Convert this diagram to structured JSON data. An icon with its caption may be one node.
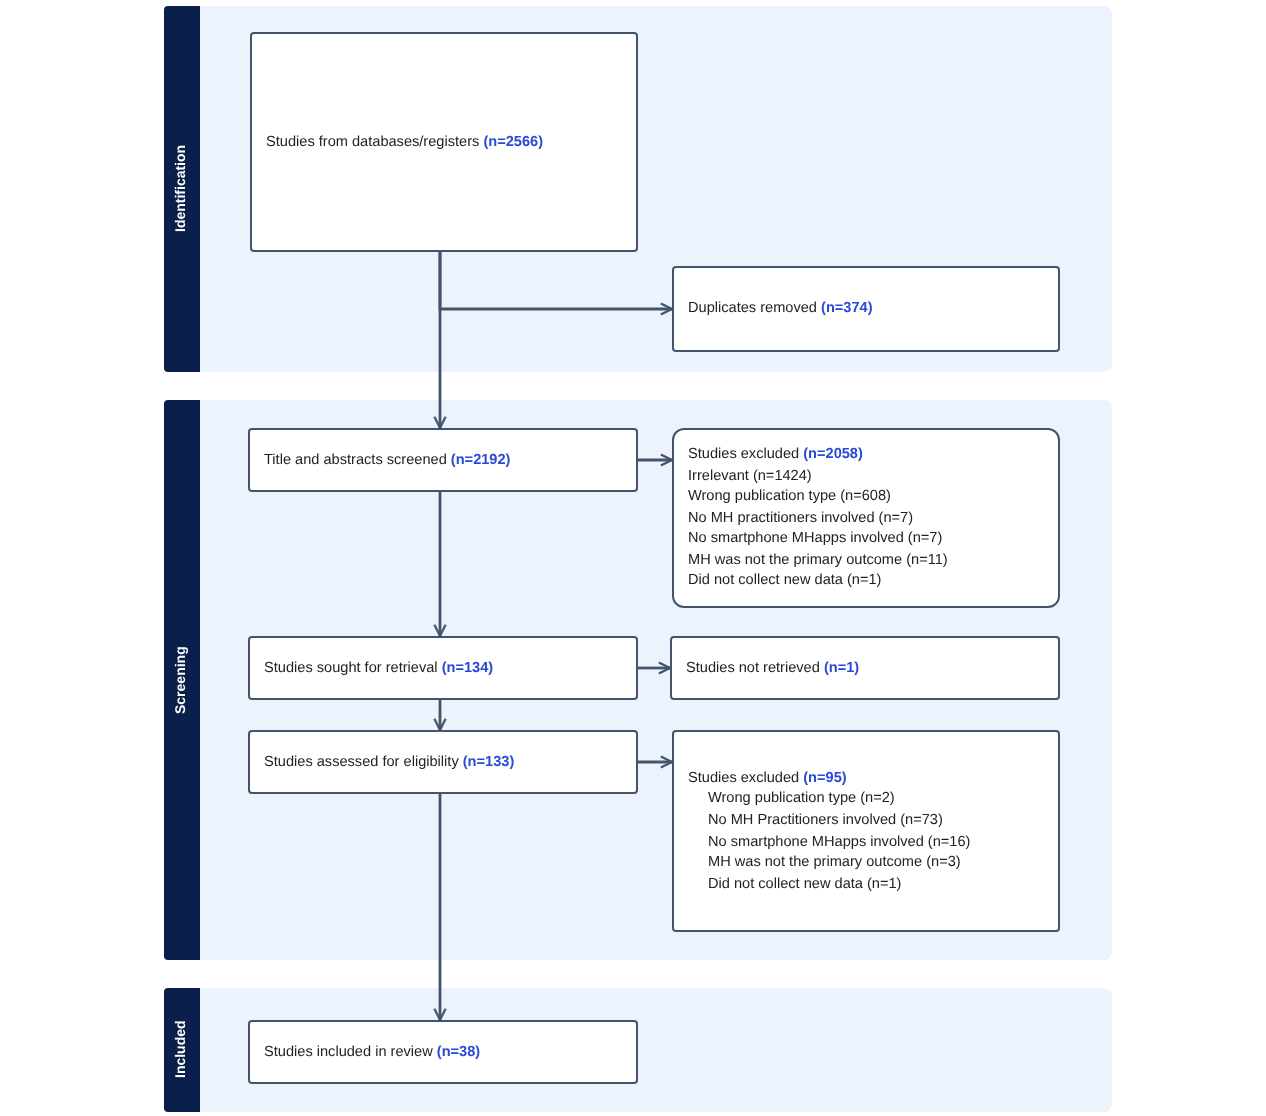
{
  "diagram": {
    "nodes": [
      {
        "text": [
          "Identification"
        ]
      },
      {
        "text": [
          "Studies from databases/registers **(n=2566)**"
        ],
        "in": 0
      },
      {
        "text": [
          "Duplicates removed **(n=374)**"
        ],
        "in": 0
      },
      {
        "text": [
          "Screening"
        ]
      },
      {
        "text": [
          "Title and abstracts screened **(n=2192)**"
        ],
        "in": 3
      },
      {
        "text": [
          "Studies excluded **(n=2058)**",
          "Irrelevant (n=1424)",
          "Wrong publication type (n=608)",
          "No MH practitioners involved (n=7)",
          "No smartphone MHapps involved (n=7)",
          "MH was not the primary outcome (n=11)",
          "Did not collect new data (n=1)"
        ],
        "in": 3
      },
      {
        "text": [
          "Studies sought for retrieval **(n=134)**"
        ],
        "in": 3
      },
      {
        "text": [
          "Studies not retrieved **(n=1)**"
        ],
        "in": 3
      },
      {
        "text": [
          "Studies assessed for eligibility **(n=133)**"
        ],
        "in": 3
      },
      {
        "text": [
          "Studies excluded **(n=95)**",
          "Wrong publication type (n=2)",
          "No MH Practitioners involved (n=73)",
          "No smartphone MHapps involved (n=16)",
          "MH was not the primary outcome (n=3)",
          "Did not collect new data (n=1)"
        ],
        "in": 3
      },
      {
        "text": [
          "Included"
        ]
      },
      {
        "text": [
          "Studies included in review **(n=38)**"
        ],
        "in": 10
      }
    ],
    "edges": [
      {
        "from": 1,
        "to": 2,
        "arrow": "to"
      },
      {
        "from": 1,
        "to": 4,
        "arrow": "to"
      },
      {
        "from": 4,
        "to": 5,
        "arrow": "to"
      },
      {
        "from": 4,
        "to": 6,
        "arrow": "to"
      },
      {
        "from": 6,
        "to": 7,
        "arrow": "to"
      },
      {
        "from": 6,
        "to": 8,
        "arrow": "to"
      },
      {
        "from": 8,
        "to": 9,
        "arrow": "to"
      },
      {
        "from": 8,
        "to": 11,
        "arrow": "to"
      }
    ]
  }
}
